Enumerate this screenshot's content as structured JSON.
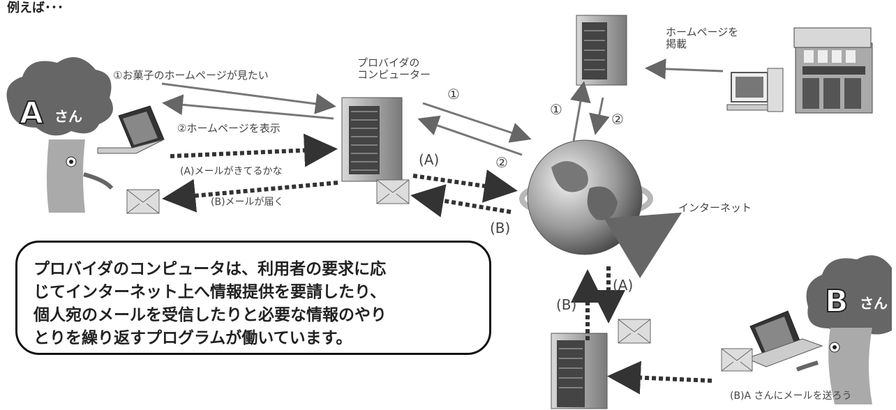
{
  "heading": "例えば･･･",
  "labels": {
    "provider": "プロバイダの\nコンピューター",
    "homepage_post": "ホームページを\n掲載",
    "internet": "インターネット",
    "person_a": "さん",
    "person_b": "さん",
    "a_initial": "A",
    "b_initial": "B"
  },
  "arrows": {
    "request": "①お菓子のホームページが見たい",
    "display": "②ホームページを表示",
    "check_mail": "(A)メールがきてるかな",
    "mail_arrives": "(B)メールが届く",
    "send_mail": "(B)A さんにメールを送ろう",
    "one": "①",
    "two": "②",
    "a_mark": "(A)",
    "b_mark": "(B)"
  },
  "callout": "プロバイダのコンピュータは、利用者の要求に応\nじてインターネット上へ情報提供を要請したり、\n個人宛のメールを受信したりと必要な情報のやり\nとりを繰り返すプログラムが働いています。"
}
